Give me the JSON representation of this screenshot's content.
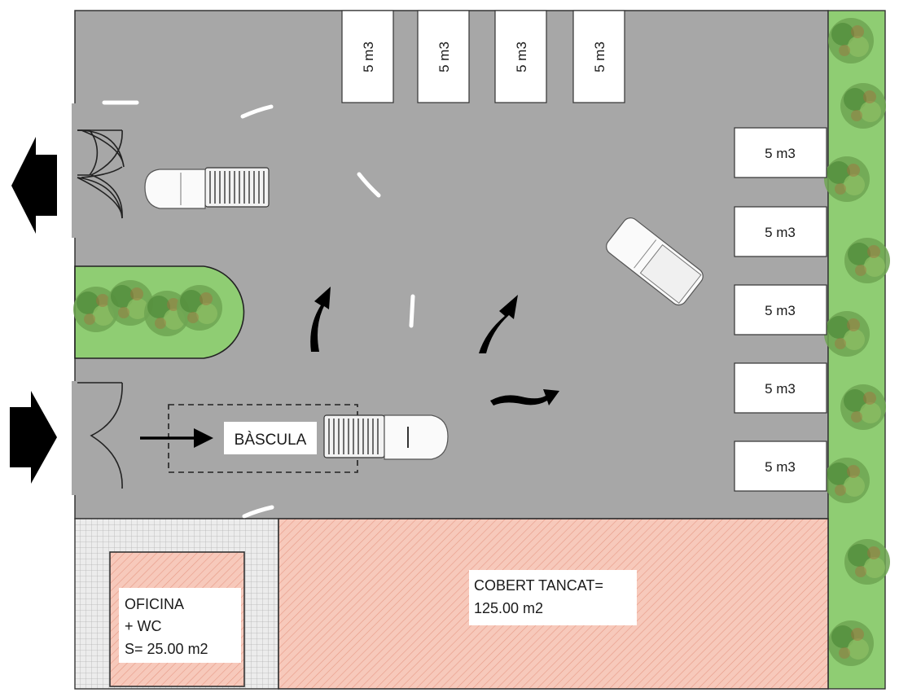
{
  "plan": {
    "container_units": [
      "5 m3",
      "5 m3",
      "5 m3",
      "5 m3",
      "5 m3",
      "5 m3",
      "5 m3",
      "5 m3",
      "5 m3"
    ],
    "scale_label": "BÀSCULA",
    "office": {
      "line1": "OFICINA",
      "line2": "+ WC",
      "line3": "S= 25.00 m2"
    },
    "shed": {
      "line1": "COBERT TANCAT=",
      "line2": "125.00 m2"
    }
  },
  "colors": {
    "pavement": "#a7a7a7",
    "greenery": "#8fcd73",
    "tree": "#5f9a45",
    "hatch_fill": "#f7c9bb",
    "hatch_line": "#e79a86",
    "grid_fill": "#e9e9e9",
    "outline": "#333333",
    "arrow": "#000000"
  }
}
